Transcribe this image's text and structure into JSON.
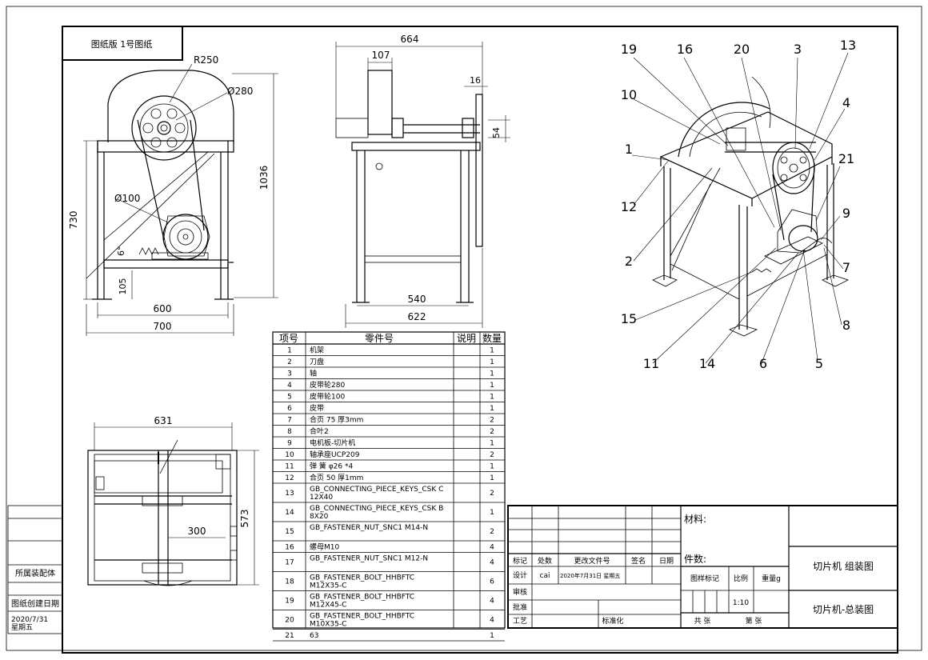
{
  "sheet": {
    "header_tab": "图纸版 1号图纸",
    "cabinet_label": "所属装配体",
    "date_label": "图纸创建日期",
    "date_value": "2020/7/31",
    "weekday": "星期五"
  },
  "front_view": {
    "r_label": "R250",
    "d280_label": "Ø280",
    "d100_label": "Ø100",
    "angle_label": "6°",
    "h730": "730",
    "h1036": "1036",
    "h105": "105",
    "w600": "600",
    "w700": "700"
  },
  "side_view": {
    "w664": "664",
    "w107": "107",
    "w16": "16",
    "h54": "54",
    "w540": "540",
    "w622": "622"
  },
  "top_view": {
    "w631": "631",
    "w300": "300",
    "h573": "573"
  },
  "iso_callouts": [
    "19",
    "16",
    "20",
    "3",
    "13",
    "10",
    "4",
    "1",
    "21",
    "12",
    "9",
    "2",
    "7",
    "15",
    "8",
    "11",
    "14",
    "6",
    "5"
  ],
  "bom": {
    "headers": [
      "项号",
      "零件号",
      "说明",
      "数量"
    ],
    "rows": [
      {
        "no": "1",
        "part": "机架",
        "desc": "",
        "qty": "1"
      },
      {
        "no": "2",
        "part": "刀盘",
        "desc": "",
        "qty": "1"
      },
      {
        "no": "3",
        "part": "轴",
        "desc": "",
        "qty": "1"
      },
      {
        "no": "4",
        "part": "皮带轮280",
        "desc": "",
        "qty": "1"
      },
      {
        "no": "5",
        "part": "皮带轮100",
        "desc": "",
        "qty": "1"
      },
      {
        "no": "6",
        "part": "皮带",
        "desc": "",
        "qty": "1"
      },
      {
        "no": "7",
        "part": "合页 75 厚3mm",
        "desc": "",
        "qty": "2"
      },
      {
        "no": "8",
        "part": "合叶2",
        "desc": "",
        "qty": "2"
      },
      {
        "no": "9",
        "part": "电机板-切片机",
        "desc": "",
        "qty": "1"
      },
      {
        "no": "10",
        "part": "轴承座UCP209",
        "desc": "",
        "qty": "2"
      },
      {
        "no": "11",
        "part": "弹 簧 φ26 *4",
        "desc": "",
        "qty": "1"
      },
      {
        "no": "12",
        "part": "合页 50 厚1mm",
        "desc": "",
        "qty": "1"
      },
      {
        "no": "13",
        "part": "GB_CONNECTING_PIECE_KEYS_CSK C12X40",
        "desc": "",
        "qty": "2"
      },
      {
        "no": "14",
        "part": "GB_CONNECTING_PIECE_KEYS_CSK B8X20",
        "desc": "",
        "qty": "1"
      },
      {
        "no": "15",
        "part": "GB_FASTENER_NUT_SNC1 M14-N",
        "desc": "",
        "qty": "2"
      },
      {
        "no": "16",
        "part": "螺母M10",
        "desc": "",
        "qty": "4"
      },
      {
        "no": "17",
        "part": "GB_FASTENER_NUT_SNC1 M12-N",
        "desc": "",
        "qty": "4"
      },
      {
        "no": "18",
        "part": "GB_FASTENER_BOLT_HHBFTC M12X35-C",
        "desc": "",
        "qty": "6"
      },
      {
        "no": "19",
        "part": "GB_FASTENER_BOLT_HHBFTC M12X45-C",
        "desc": "",
        "qty": "4"
      },
      {
        "no": "20",
        "part": "GB_FASTENER_BOLT_HHBFTC M10X35-C",
        "desc": "",
        "qty": "4"
      },
      {
        "no": "21",
        "part": "63",
        "desc": "",
        "qty": "1"
      }
    ]
  },
  "title_block": {
    "material_label": "材料:",
    "part_count_label": "件数:",
    "rev_headers": [
      "标记",
      "处数",
      "更改文件号",
      "签名",
      "日期"
    ],
    "design_label": "设计",
    "designer": "cai",
    "design_date": "2020年7月31日 星期五",
    "review_label": "审核",
    "approve_label": "批准",
    "process_label": "工艺",
    "standard_label": "标准化",
    "stage_label": "图样标记",
    "scale_label": "比例",
    "weight_label": "重量g",
    "scale_value": "1:10",
    "sheets_label": "共    张",
    "sheet_label": "第    张",
    "title1": "切片机 组装图",
    "title2": "切片机-总装图"
  }
}
